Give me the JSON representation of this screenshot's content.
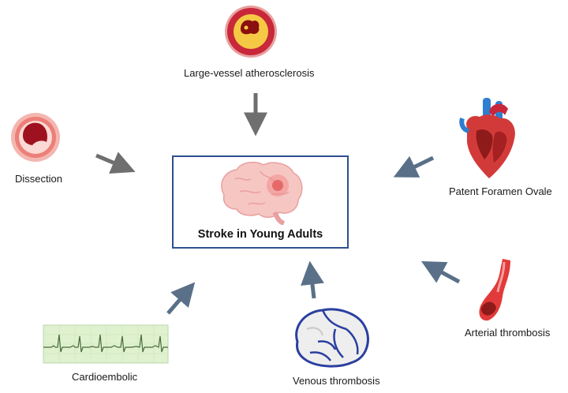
{
  "diagram": {
    "center": {
      "title": "Stroke in Young Adults"
    },
    "causes": {
      "large_vessel": "Large-vessel atherosclerosis",
      "dissection": "Dissection",
      "pfo": "Patent Foramen Ovale",
      "cardioembolic": "Cardioembolic",
      "venous": "Venous thrombosis",
      "arterial": "Arterial thrombosis"
    },
    "colors": {
      "box_border": "#2f4f8f",
      "arrow_gray": "#6f6f6f",
      "arrow_blue": "#5a7088",
      "vessel_red": "#c8283a",
      "vessel_pink": "#f08c8c",
      "plaque_yellow": "#f6c945",
      "brain_pink": "#f6c6c2",
      "vein_blue": "#2a3fa0",
      "ecg_green": "#dff1cf"
    }
  }
}
